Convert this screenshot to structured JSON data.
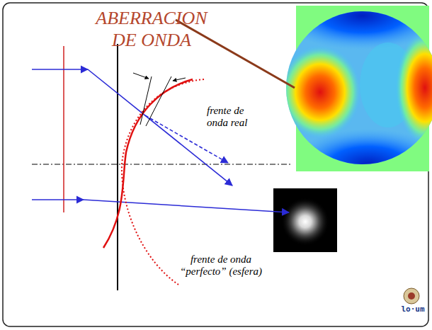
{
  "diagram": {
    "title": "ABERRACION DE ONDA",
    "labels": [
      "frente de onda real",
      "frente de onda “perfecto” (esfera)",
      "lo·um"
    ]
  }
}
